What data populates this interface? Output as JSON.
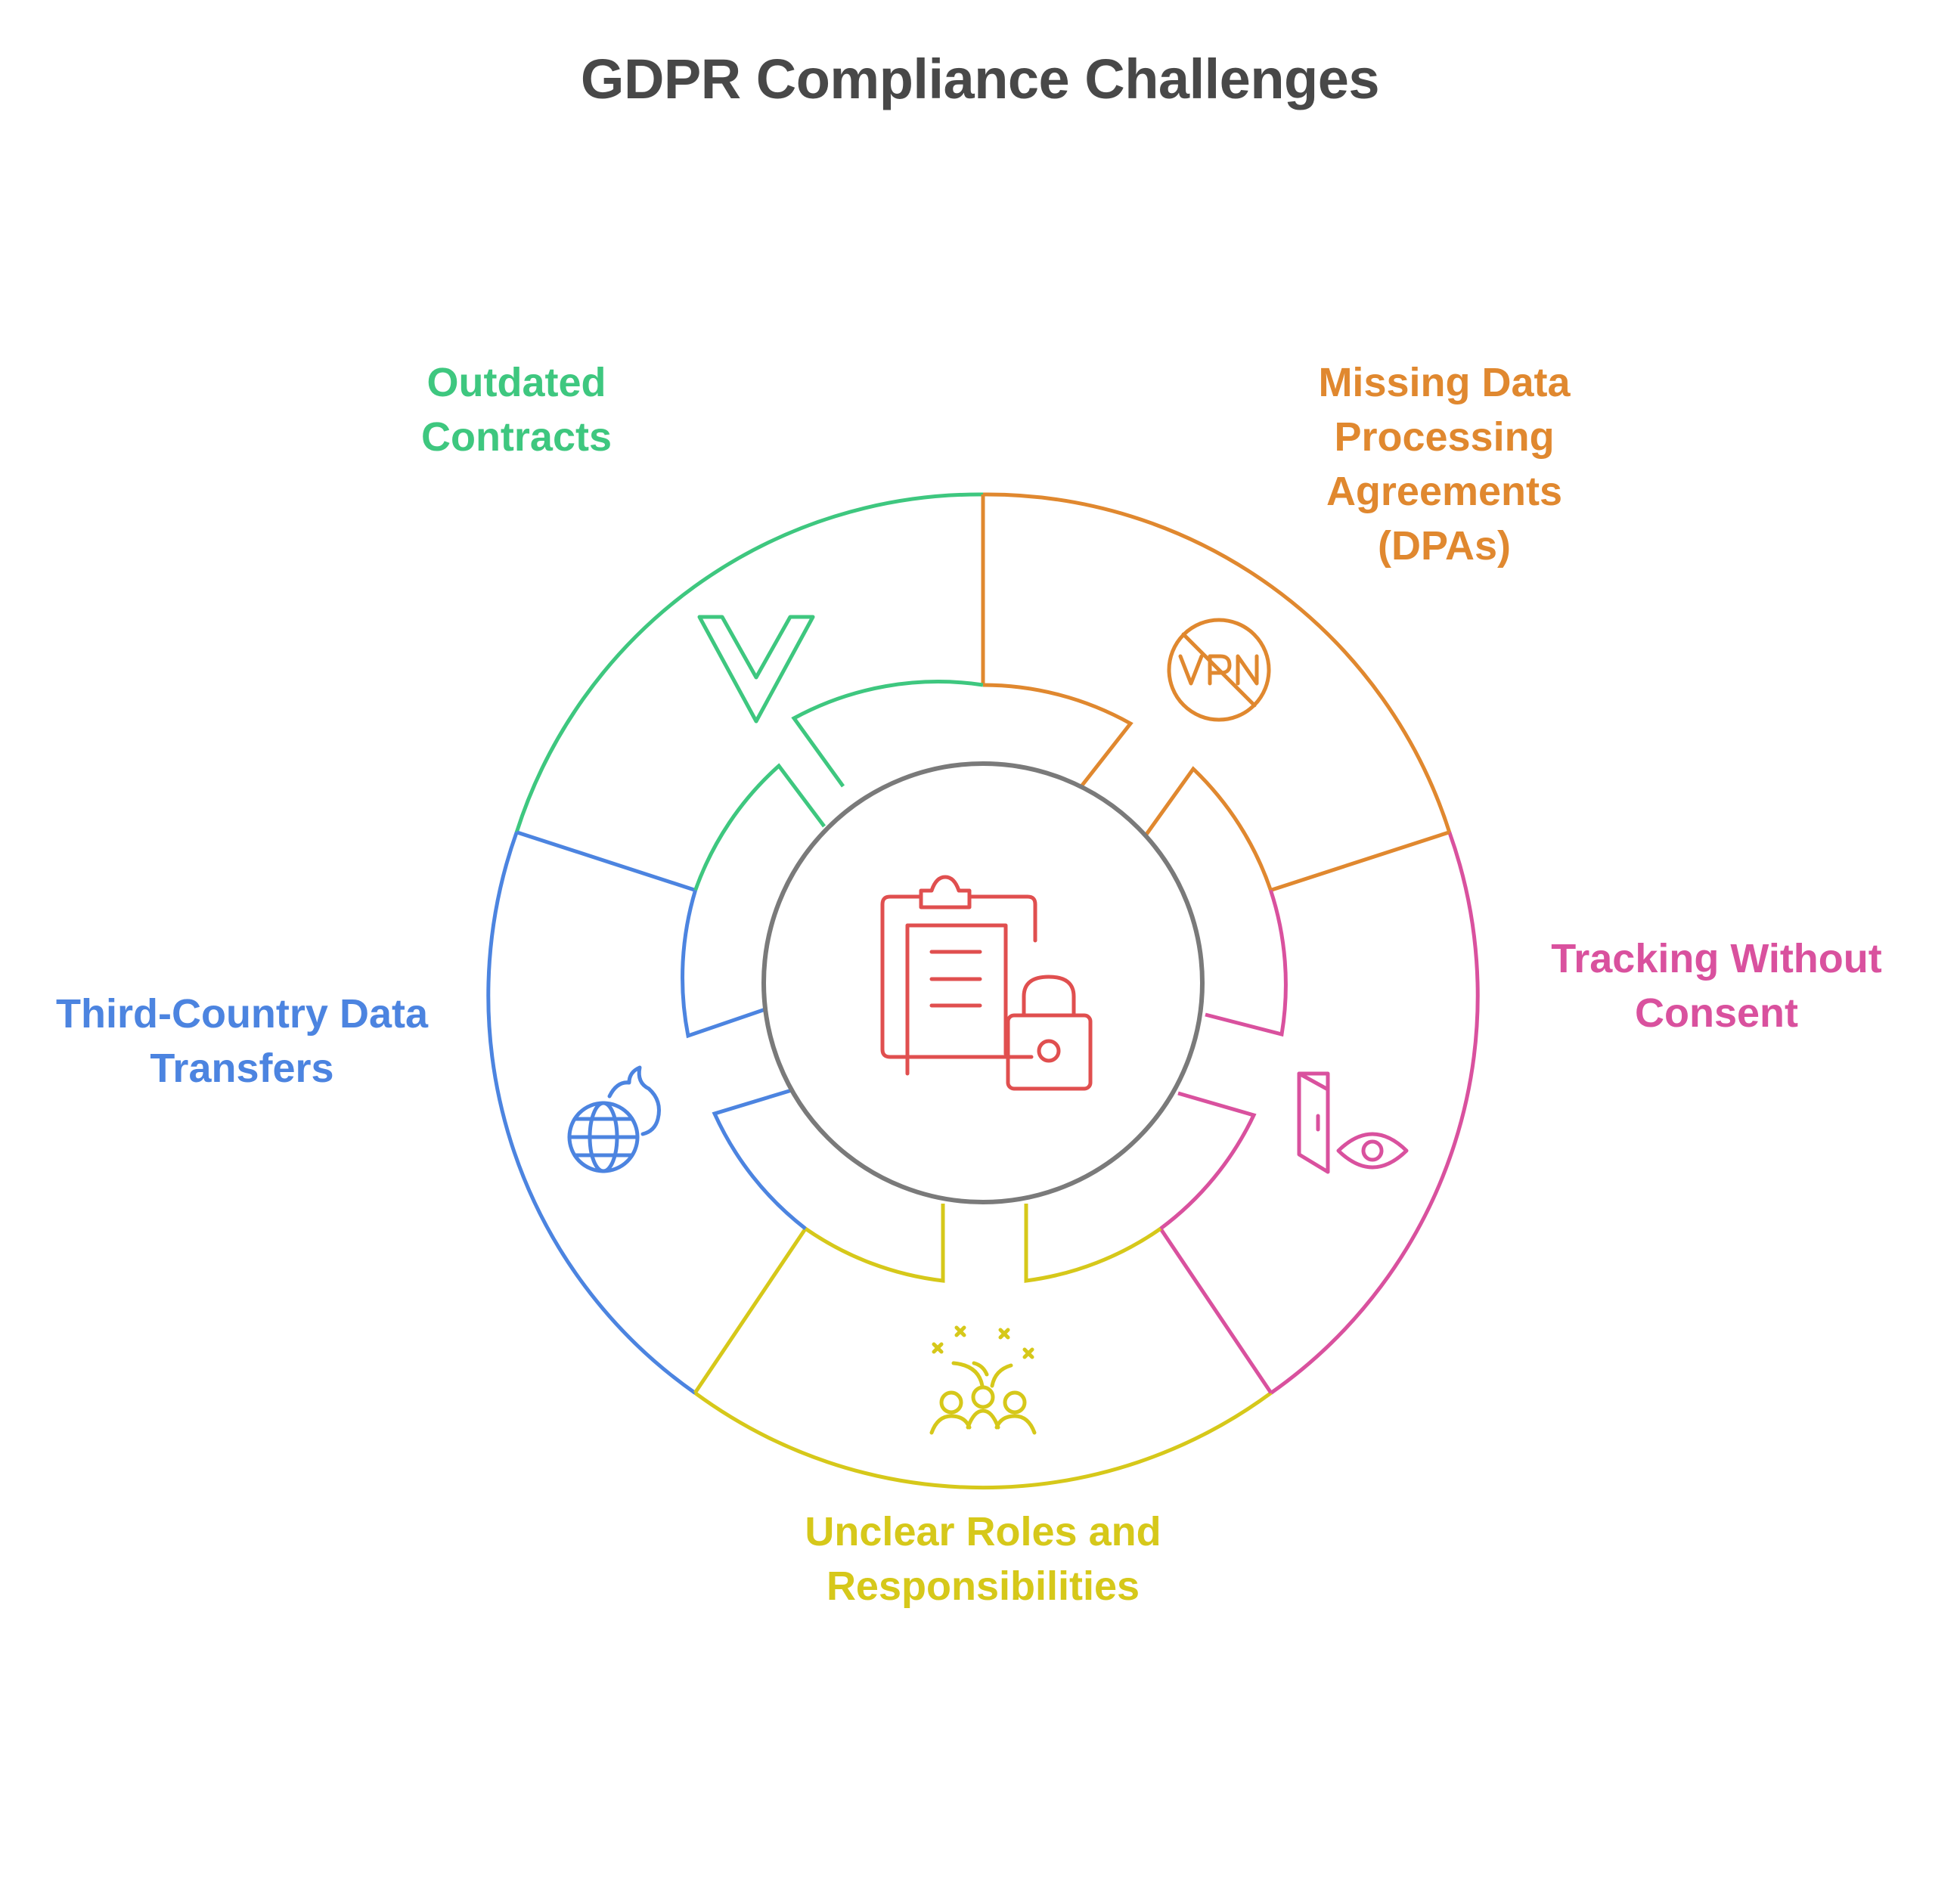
{
  "title": "GDPR Compliance Challenges",
  "colors": {
    "green": "#3ec77f",
    "orange": "#e0882f",
    "pink": "#d9519e",
    "yellow": "#d6c81a",
    "blue": "#4c84e0",
    "center_ring": "#7a7a7a",
    "center_icon": "#e04f4f",
    "title": "#484848"
  },
  "center": {
    "icon": "clipboard-lock-icon"
  },
  "segments": [
    {
      "id": "outdated-contracts",
      "label_lines": [
        "Outdated",
        "Contracts"
      ],
      "color": "#3ec77f",
      "icon": "vue-v-icon"
    },
    {
      "id": "missing-dpas",
      "label_lines": [
        "Missing Data",
        "Processing",
        "Agreements",
        "(DPAs)"
      ],
      "color": "#e0882f",
      "icon": "vpn-off-icon"
    },
    {
      "id": "tracking-without-consent",
      "label_lines": [
        "Tracking Without",
        "Consent"
      ],
      "color": "#d9519e",
      "icon": "door-eye-icon"
    },
    {
      "id": "unclear-roles",
      "label_lines": [
        "Unclear Roles and",
        "Responsibilities"
      ],
      "color": "#d6c81a",
      "icon": "team-celebration-icon"
    },
    {
      "id": "third-country-transfers",
      "label_lines": [
        "Third-Country Data",
        "Transfers"
      ],
      "color": "#4c84e0",
      "icon": "globe-fire-icon"
    }
  ]
}
